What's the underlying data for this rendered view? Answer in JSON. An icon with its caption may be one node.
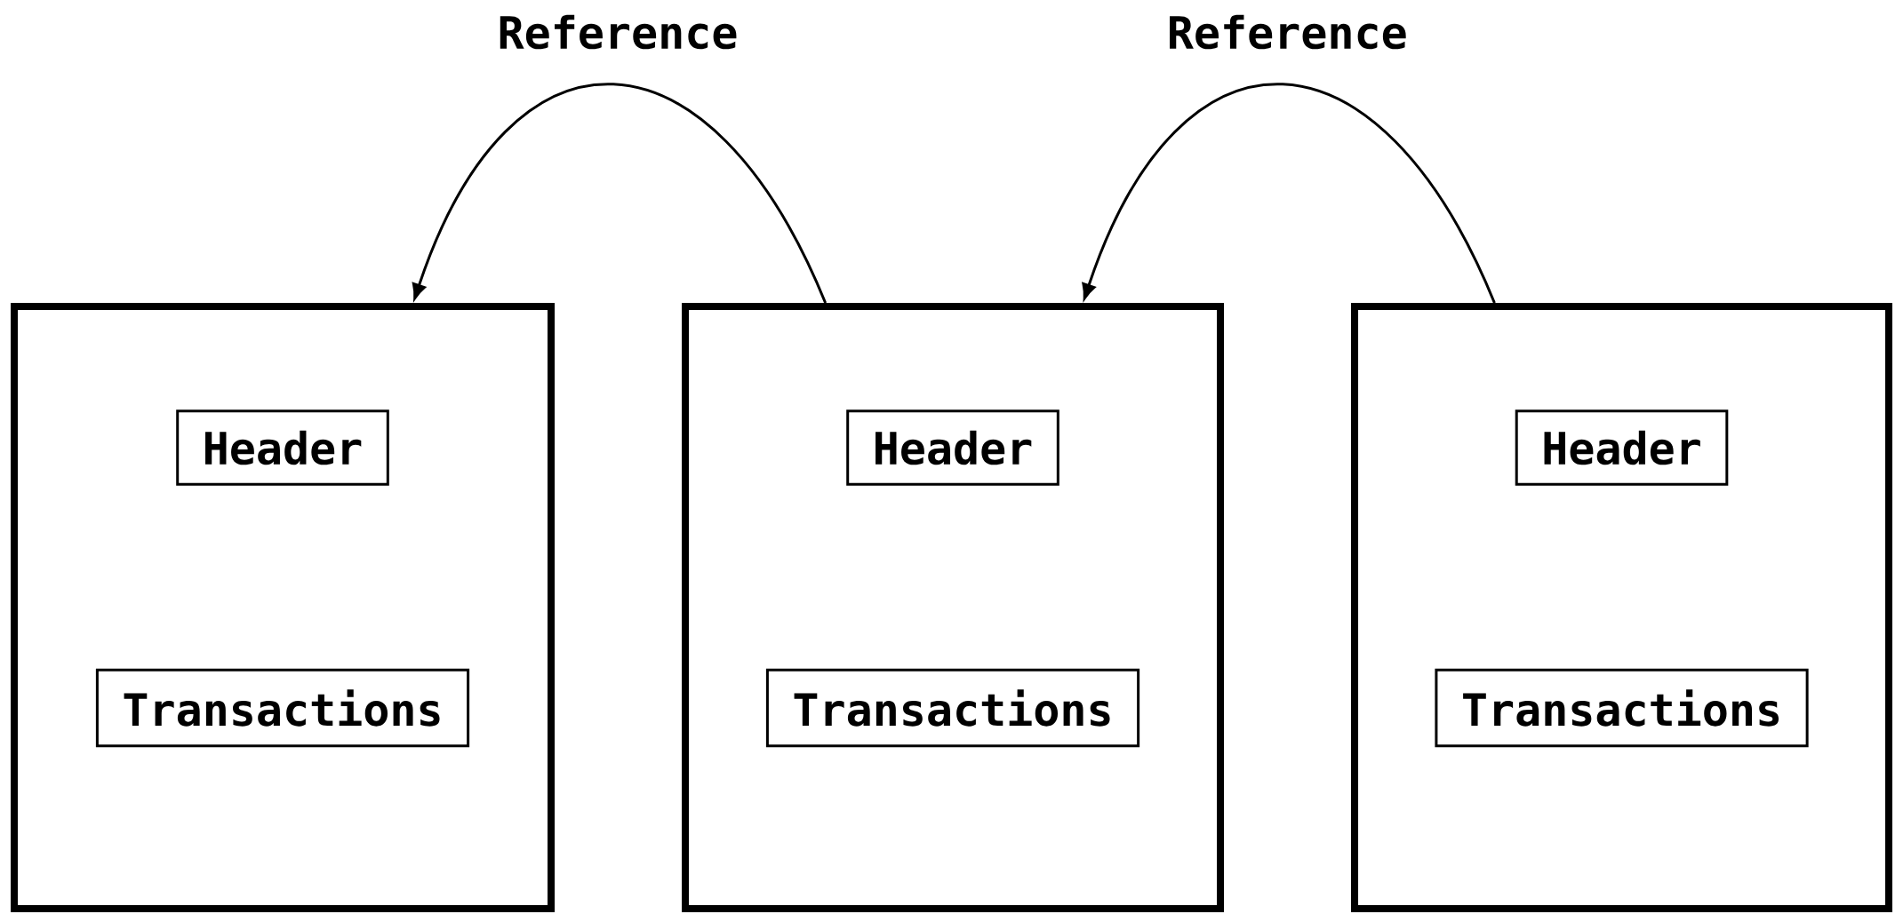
{
  "diagram": {
    "nodes": [
      {
        "text": [],
        "shape": "box"
      },
      {
        "text": [
          "Header"
        ],
        "in": 0
      },
      {
        "text": [
          "Transactions"
        ],
        "in": 0
      },
      {
        "text": [],
        "shape": "box"
      },
      {
        "text": [
          "Header"
        ],
        "in": 3
      },
      {
        "text": [
          "Transactions"
        ],
        "in": 3
      },
      {
        "text": [],
        "shape": "box"
      },
      {
        "text": [
          "Header"
        ],
        "in": 6
      },
      {
        "text": [
          "Transactions"
        ],
        "in": 6
      }
    ],
    "edges": [
      {
        "from": 3,
        "to": 0,
        "arrow": "to",
        "label": "Reference"
      },
      {
        "from": 6,
        "to": 3,
        "arrow": "to",
        "label": "Reference"
      }
    ]
  }
}
